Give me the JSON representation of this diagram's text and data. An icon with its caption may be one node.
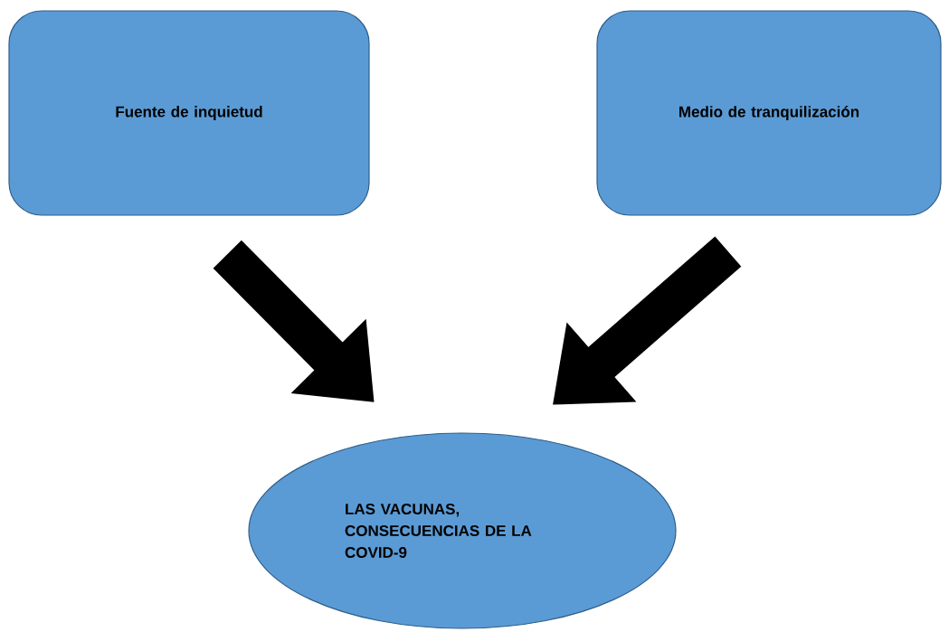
{
  "diagram": {
    "nodes": [
      {
        "text": [
          "Fuente de inquietud"
        ]
      },
      {
        "text": [
          "Medio de tranquilización"
        ]
      },
      {
        "text": [
          "LAS VACUNAS, CONSECUENCIAS DE LA COVID-9"
        ]
      }
    ],
    "edges": [
      {
        "from": 0,
        "to": 2,
        "arrow": "to"
      },
      {
        "from": 1,
        "to": 2,
        "arrow": "to"
      }
    ]
  }
}
